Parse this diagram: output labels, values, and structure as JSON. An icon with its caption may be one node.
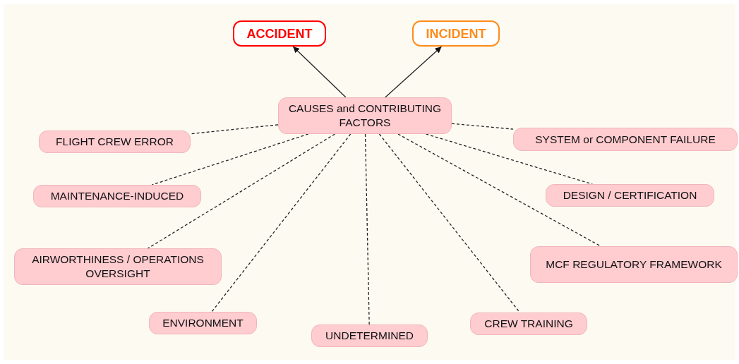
{
  "diagram": {
    "nodes": [
      {
        "text": [
          "ACCIDENT"
        ]
      },
      {
        "text": [
          "INCIDENT"
        ]
      },
      {
        "text": [
          "CAUSES and CONTRIBUTING FACTORS"
        ]
      },
      {
        "text": [
          "FLIGHT CREW ERROR"
        ]
      },
      {
        "text": [
          "SYSTEM or COMPONENT FAILURE"
        ]
      },
      {
        "text": [
          "MAINTENANCE-INDUCED"
        ]
      },
      {
        "text": [
          "DESIGN / CERTIFICATION"
        ]
      },
      {
        "text": [
          "AIRWORTHINESS / OPERATIONS OVERSIGHT"
        ]
      },
      {
        "text": [
          "MCF REGULATORY FRAMEWORK"
        ]
      },
      {
        "text": [
          "ENVIRONMENT"
        ]
      },
      {
        "text": [
          "CREW TRAINING"
        ]
      },
      {
        "text": [
          "UNDETERMINED"
        ]
      }
    ],
    "edges": [
      {
        "from": 2,
        "to": 0,
        "arrow": "to"
      },
      {
        "from": 2,
        "to": 1,
        "arrow": "to"
      },
      {
        "from": 2,
        "to": 3,
        "arrow": "none",
        "style": "dashed"
      },
      {
        "from": 2,
        "to": 4,
        "arrow": "none",
        "style": "dashed"
      },
      {
        "from": 2,
        "to": 5,
        "arrow": "none",
        "style": "dashed"
      },
      {
        "from": 2,
        "to": 6,
        "arrow": "none",
        "style": "dashed"
      },
      {
        "from": 2,
        "to": 7,
        "arrow": "none",
        "style": "dashed"
      },
      {
        "from": 2,
        "to": 8,
        "arrow": "none",
        "style": "dashed"
      },
      {
        "from": 2,
        "to": 9,
        "arrow": "none",
        "style": "dashed"
      },
      {
        "from": 2,
        "to": 10,
        "arrow": "none",
        "style": "dashed"
      },
      {
        "from": 2,
        "to": 11,
        "arrow": "none",
        "style": "dashed"
      }
    ]
  }
}
